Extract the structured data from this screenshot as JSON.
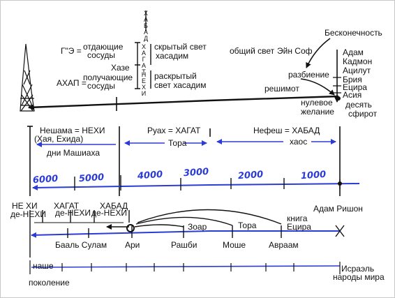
{
  "colors": {
    "ink": "#111111",
    "blue": "#2b3bd6",
    "frame": "#c8c8c8"
  },
  "top": {
    "ge": "Г\"Э =",
    "ge_desc": [
      "отдающие",
      "сосуды"
    ],
    "ahap": "АХАП =",
    "ahap_desc": [
      "получающие",
      "сосуды"
    ],
    "hidden_light": [
      "скрытый свет",
      "хасадим"
    ],
    "hazeh": "Хазе",
    "open_light": [
      "раскрытый",
      "свет хасадим"
    ],
    "vertical_upper": "ХАБАД",
    "vertical_middle": "ХАГАТ",
    "vertical_lower": "НЕХИ",
    "common_light": "общий свет",
    "ein_sof": "Эйн Соф",
    "infinity": "Бесконечность",
    "worlds": [
      "Адам",
      "Кадмон",
      "Ацилут",
      "Брия",
      "Ецира",
      "Асия"
    ],
    "breaking": "разбиение",
    "reshimot": "решимот",
    "zero_desire": [
      "нулевое",
      "желание"
    ],
    "ten_sefirot": [
      "десять",
      "сфирот"
    ]
  },
  "middle": {
    "neshama": "Нешама = НЕХИ",
    "neshama_sub": "(Хая, Ехида)",
    "days_mashiah": "дни Машиаха",
    "ruah": "Руах = ХАГАТ",
    "tora": "Тора",
    "nefesh": "Нефеш = ХАБАД",
    "chaos": "хаос",
    "years": [
      "6000",
      "5000",
      "4000",
      "3000",
      "2000",
      "1000"
    ]
  },
  "lower": {
    "nehi": "НЕ ХИ",
    "de_nehi": "де-НЕХИ",
    "hagat": "ХАГАТ",
    "hagat_de_nehi": "де-НЕХИ",
    "habad": "ХАБАД",
    "habad_de_nehi": "де-НЕХИ",
    "adam_rishon": "Адам Ришон",
    "zohar": "Зоар",
    "tora": "Тора",
    "sefer_yetzira": [
      "книга",
      "Ецира"
    ],
    "people": [
      "Бааль Сулам",
      "Ари",
      "Рашби",
      "Моше",
      "Авраам"
    ]
  },
  "bottom": {
    "our": "наше",
    "generation": "поколение",
    "israel": "Исраэль",
    "nations": "народы мира"
  }
}
